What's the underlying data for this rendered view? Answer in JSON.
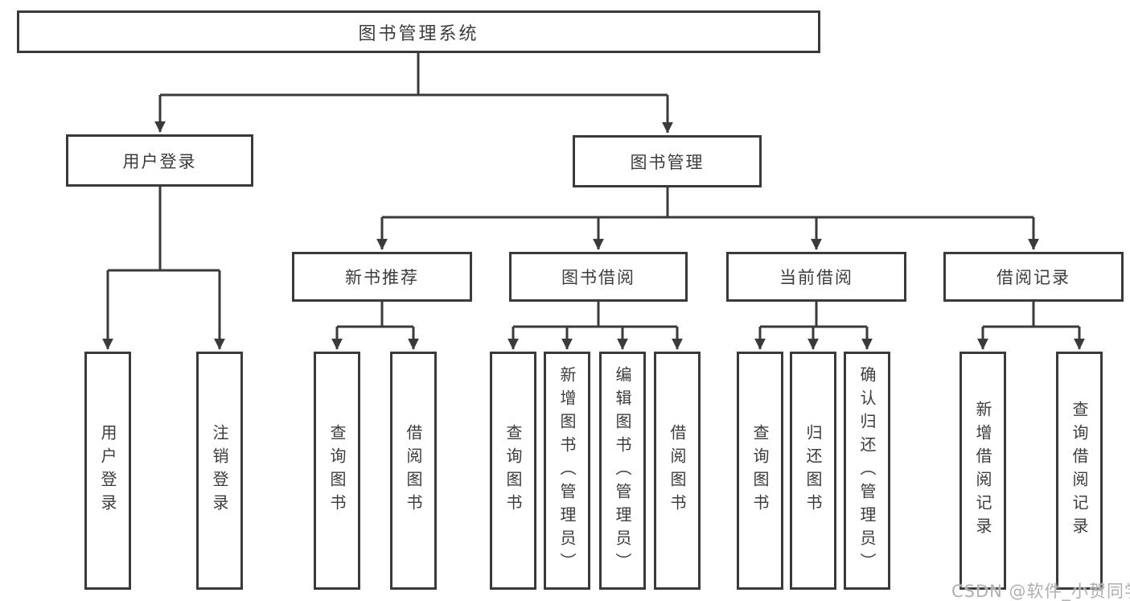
{
  "colors": {
    "bg": "#ffffff",
    "line": "#3a3a3a",
    "text": "#3c3c3c",
    "watermark": "#b0b0b0"
  },
  "watermark": "CSDN @软件_小贺同学",
  "tree": {
    "label": "图书管理系统",
    "children": [
      {
        "label": "用户登录",
        "children": [
          {
            "label": "用户登录"
          },
          {
            "label": "注销登录"
          }
        ]
      },
      {
        "label": "图书管理",
        "children": [
          {
            "label": "新书推荐",
            "children": [
              {
                "label": "查询图书"
              },
              {
                "label": "借阅图书"
              }
            ]
          },
          {
            "label": "图书借阅",
            "children": [
              {
                "label": "查询图书"
              },
              {
                "label": "新增图书（管理员）"
              },
              {
                "label": "编辑图书（管理员）"
              },
              {
                "label": "借阅图书"
              }
            ]
          },
          {
            "label": "当前借阅",
            "children": [
              {
                "label": "查询图书"
              },
              {
                "label": "归还图书"
              },
              {
                "label": "确认归还（管理员）"
              }
            ]
          },
          {
            "label": "借阅记录",
            "children": [
              {
                "label": "新增借阅记录"
              },
              {
                "label": "查询借阅记录"
              }
            ]
          }
        ]
      }
    ]
  }
}
